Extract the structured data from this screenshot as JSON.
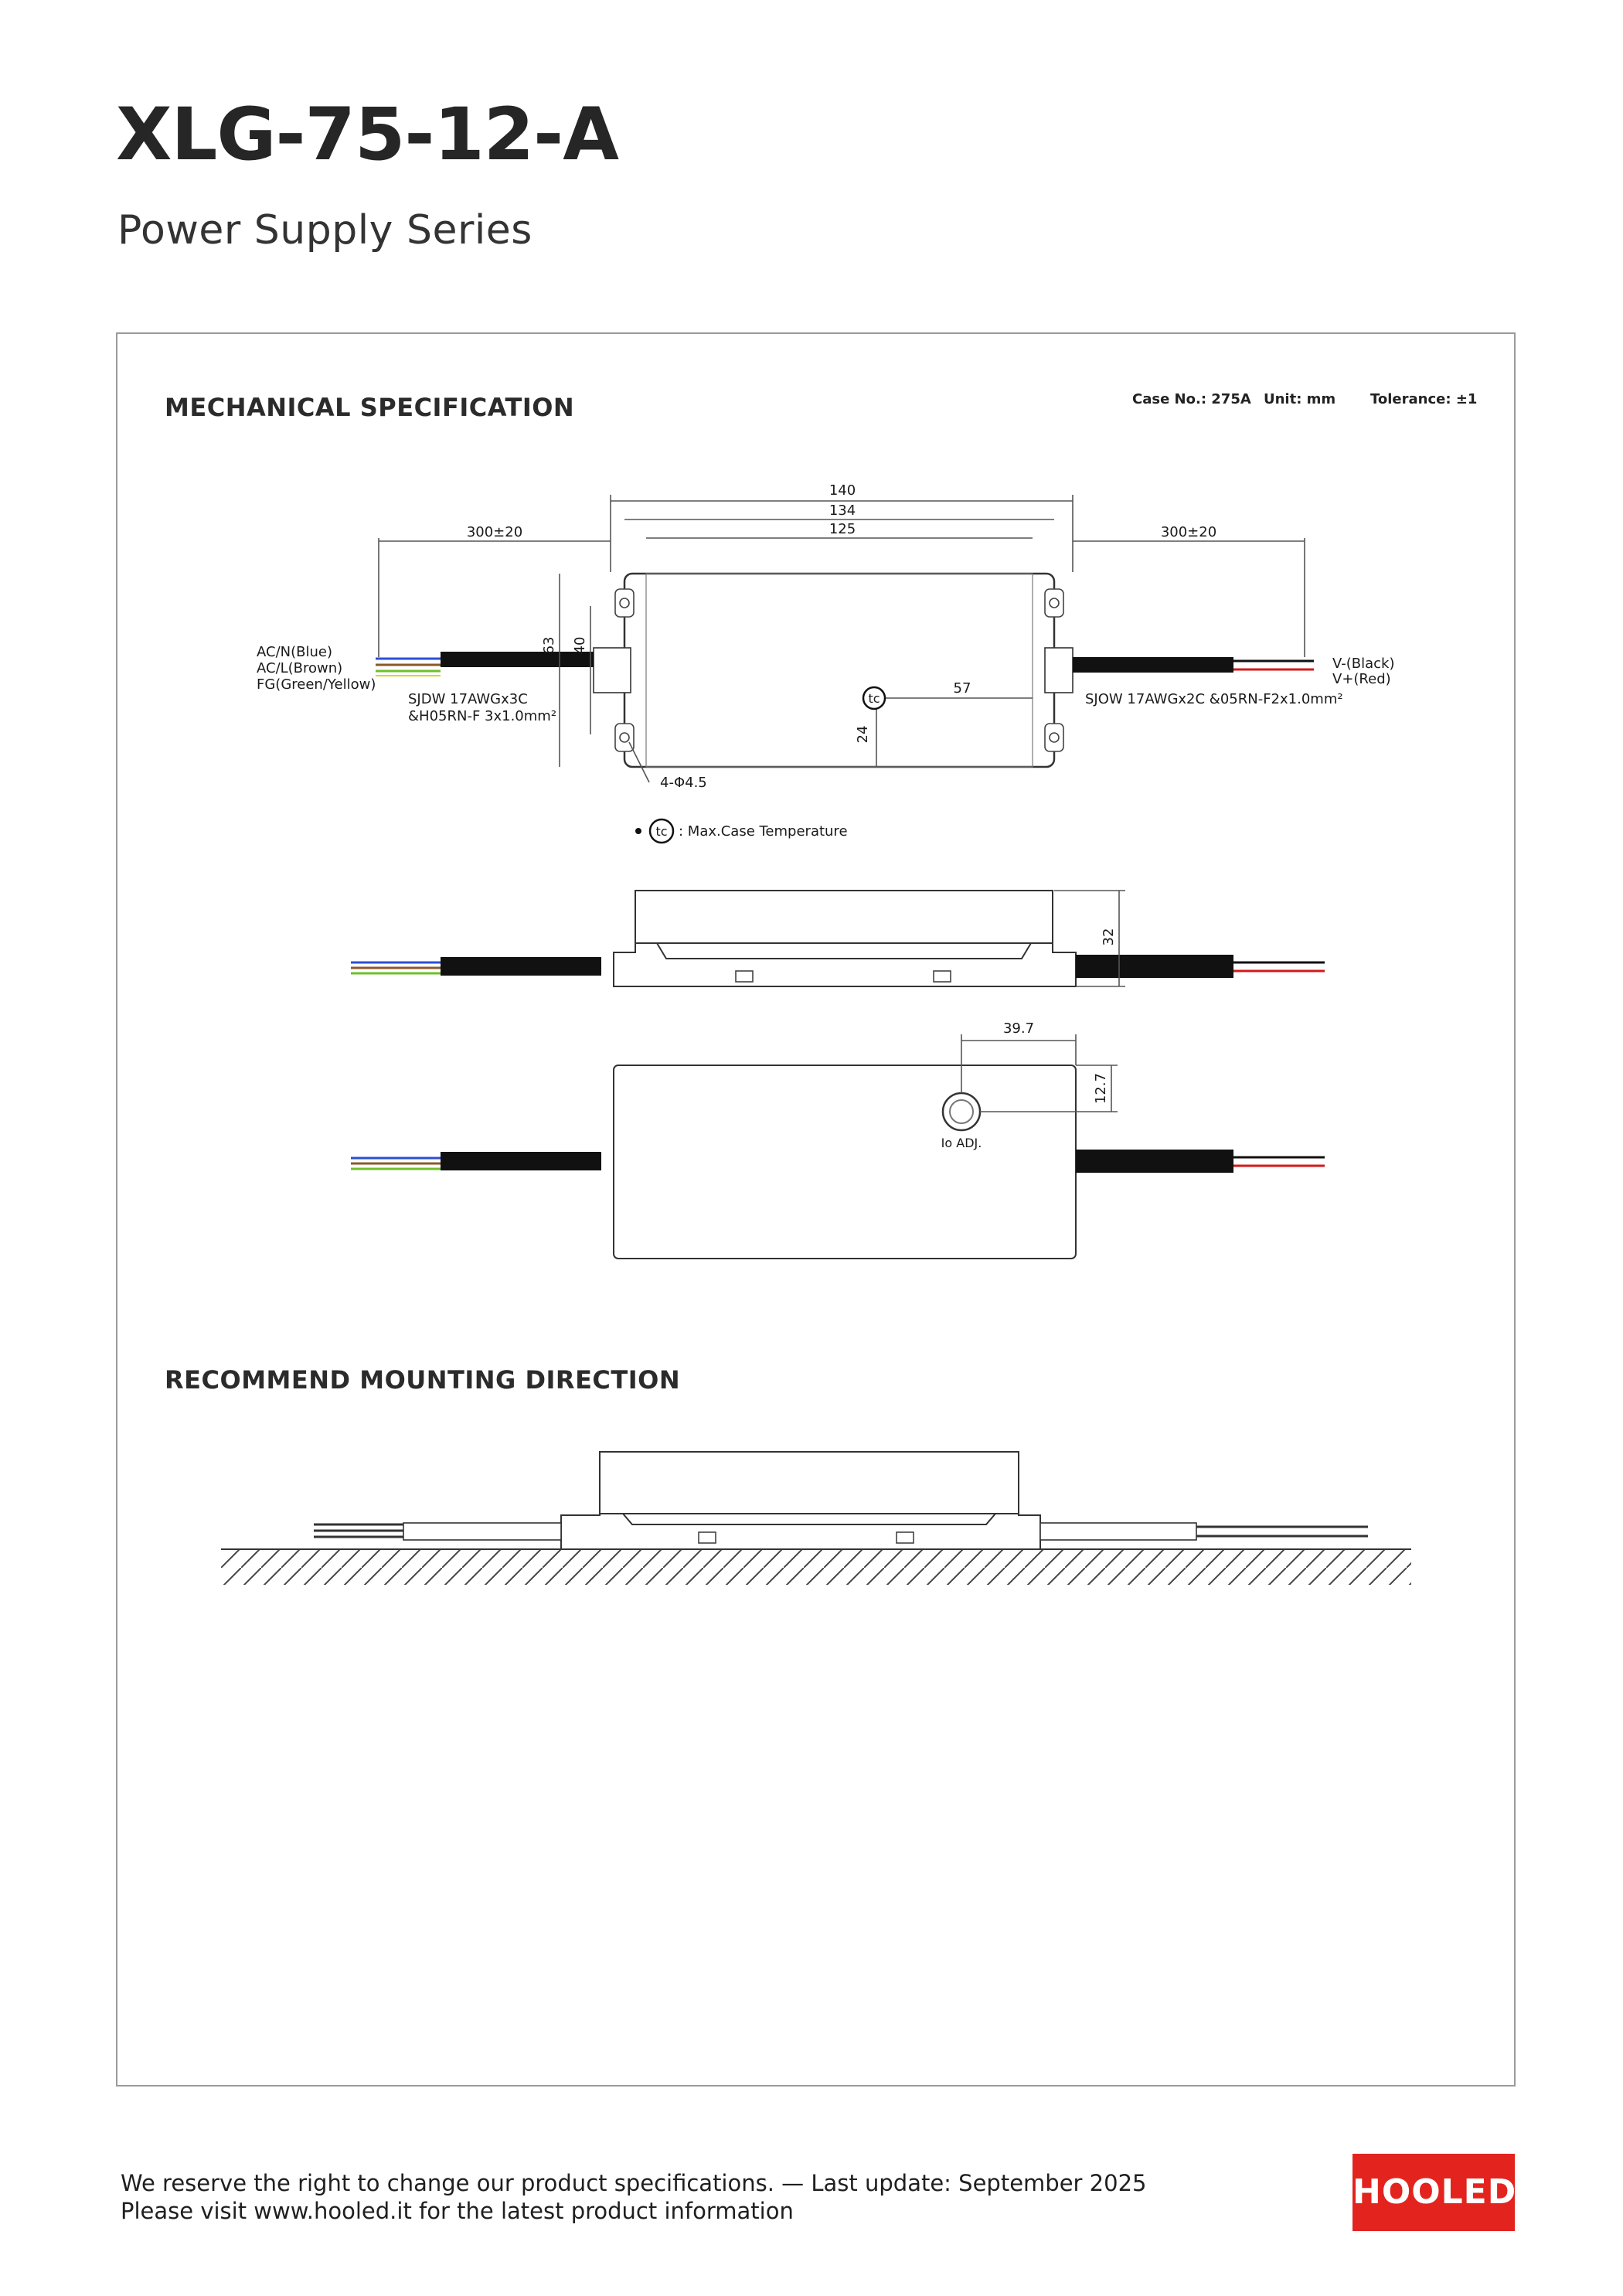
{
  "header": {
    "title": "XLG-75-12-A",
    "subtitle": "Power Supply Series"
  },
  "mechanical": {
    "heading": "MECHANICAL SPECIFICATION",
    "case_no": "Case No.: 275A",
    "unit": "Unit: mm",
    "tolerance": "Tolerance: ±1",
    "dims": {
      "overall_140": "140",
      "mount_134": "134",
      "body_125": "125",
      "left_cable": "300±20",
      "right_cable": "300±20",
      "height_63": "63",
      "height_40": "40",
      "tc_57": "57",
      "tc_24": "24",
      "holes": "4-Φ4.5",
      "side_32": "32",
      "adj_39_7": "39.7",
      "adj_12_7": "12.7"
    },
    "labels": {
      "ac_n": "AC/N(Blue)",
      "ac_l": "AC/L(Brown)",
      "fg": "FG(Green/Yellow)",
      "left_cable_spec_1": "SJDW 17AWGx3C",
      "left_cable_spec_2": "&H05RN-F 3x1.0mm²",
      "right_cable_spec": "SJOW 17AWGx2C &05RN-F2x1.0mm²",
      "v_minus": "V-(Black)",
      "v_plus": "V+(Red)",
      "tc_symbol": "tc",
      "tc_legend": ": Max.Case Temperature",
      "adj_label": "Io ADJ."
    }
  },
  "mounting": {
    "heading": "RECOMMEND MOUNTING DIRECTION"
  },
  "footer": {
    "line1": "We reserve the right to change our product specifications. — Last update: September 2025",
    "line2": "Please visit www.hooled.it for the latest product information",
    "logo_text": "HOOLED",
    "logo_color": "#e3231e"
  }
}
